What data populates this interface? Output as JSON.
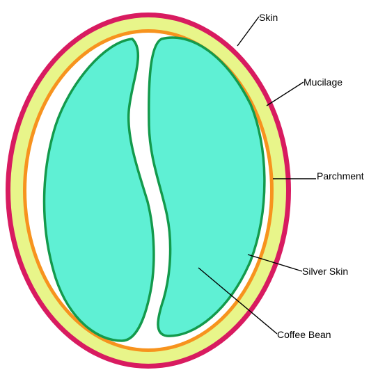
{
  "labels": {
    "skin": "Skin",
    "mucilage": "Mucilage",
    "parchment": "Parchment",
    "silver_skin": "Silver Skin",
    "coffee_bean": "Coffee Bean"
  },
  "colors": {
    "skin": "#d81b60",
    "mucilage": "#e8f58a",
    "parchment": "#f7931e",
    "silver_skin": "#ffffff",
    "bean_fill": "#5ff0d4",
    "bean_outline": "#139a4c",
    "background": "#ffffff"
  }
}
